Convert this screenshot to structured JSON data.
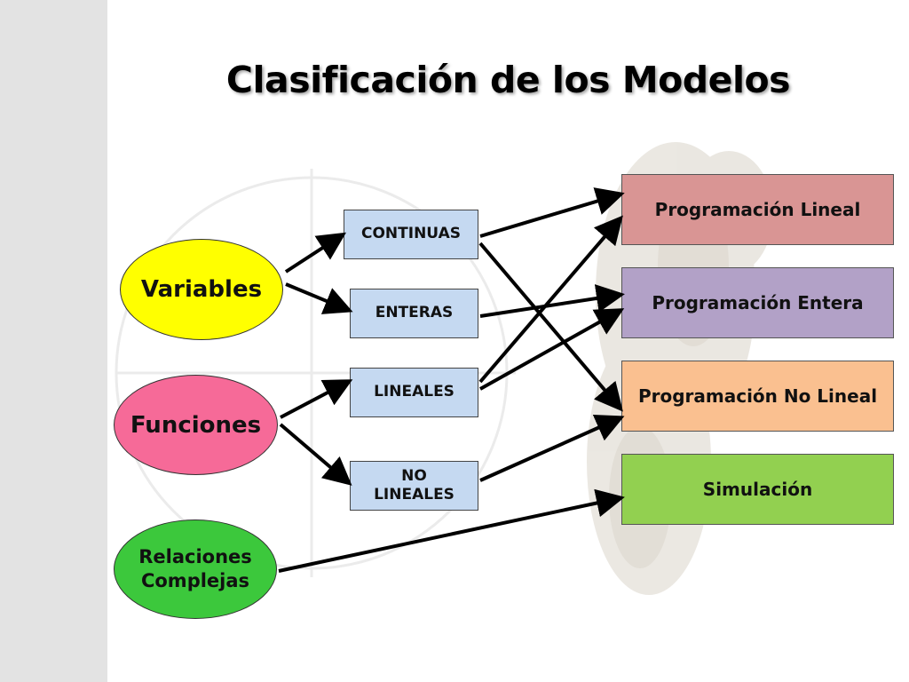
{
  "title": "Clasificación de los Modelos",
  "sources": {
    "variables": "Variables",
    "funciones": "Funciones",
    "relaciones": "Relaciones Complejas"
  },
  "categories": {
    "continuas": "CONTINUAS",
    "enteras": "ENTERAS",
    "lineales": "LINEALES",
    "no_lineales": "NO LINEALES"
  },
  "targets": {
    "prog_lineal": "Programación Lineal",
    "prog_entera": "Programación Entera",
    "prog_no_lineal": "Programación No Lineal",
    "simulacion": "Simulación"
  },
  "colors": {
    "variables": "#ffff00",
    "funciones": "#f66a98",
    "relaciones": "#3cc83c",
    "category_box": "#c5d9f1",
    "prog_lineal": "#d99594",
    "prog_entera": "#b2a1c7",
    "prog_no_lineal": "#fac090",
    "simulacion": "#92d050"
  },
  "connections": [
    [
      "variables",
      "continuas"
    ],
    [
      "variables",
      "enteras"
    ],
    [
      "funciones",
      "lineales"
    ],
    [
      "funciones",
      "no_lineales"
    ],
    [
      "continuas",
      "prog_lineal"
    ],
    [
      "continuas",
      "prog_no_lineal"
    ],
    [
      "enteras",
      "prog_entera"
    ],
    [
      "lineales",
      "prog_lineal"
    ],
    [
      "lineales",
      "prog_entera"
    ],
    [
      "no_lineales",
      "prog_no_lineal"
    ],
    [
      "relaciones",
      "simulacion"
    ]
  ]
}
